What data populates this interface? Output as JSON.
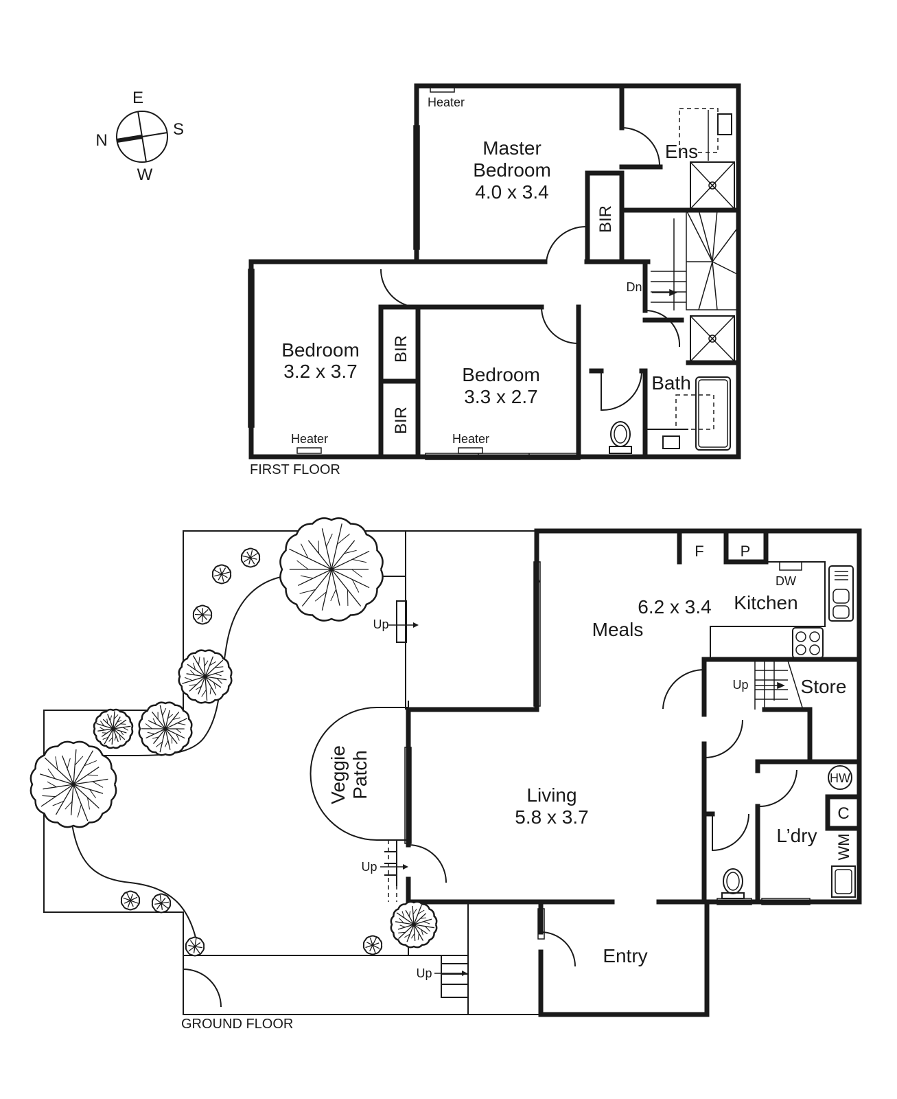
{
  "compass": {
    "n": "N",
    "e": "E",
    "s": "S",
    "w": "W"
  },
  "first_floor": {
    "label": "FIRST FLOOR",
    "master": {
      "line1": "Master",
      "line2": "Bedroom",
      "dims": "4.0 x 3.4"
    },
    "bed2": {
      "name": "Bedroom",
      "dims": "3.2 x 3.7"
    },
    "bed3": {
      "name": "Bedroom",
      "dims": "3.3 x 2.7"
    },
    "ens": "Ens",
    "bath": "Bath",
    "bir": "BIR",
    "heater": "Heater",
    "dn": "Dn"
  },
  "ground_floor": {
    "label": "GROUND FLOOR",
    "meals": "Meals",
    "meals_dims": "6.2 x 3.4",
    "kitchen": "Kitchen",
    "f": "F",
    "p": "P",
    "dw": "DW",
    "store": "Store",
    "living": {
      "name": "Living",
      "dims": "5.8 x 3.7"
    },
    "ldry": "L’dry",
    "hw": "HW",
    "c": "C",
    "wm": "WM",
    "entry": "Entry",
    "veggie": {
      "line1": "Veggie",
      "line2": "Patch"
    },
    "up": "Up"
  }
}
